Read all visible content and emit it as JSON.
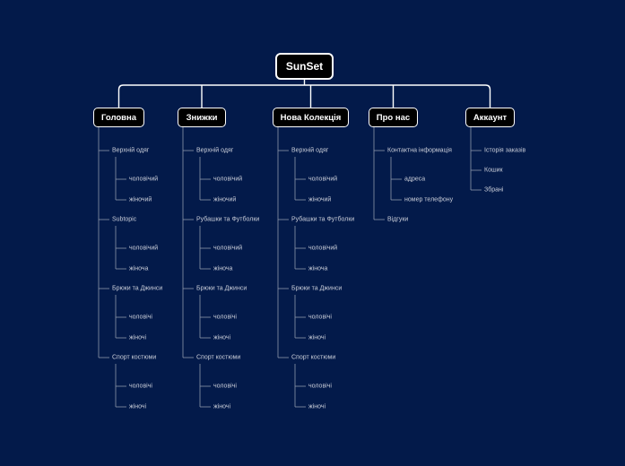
{
  "root": {
    "label": "SunSet"
  },
  "branches": [
    {
      "label": "Головна",
      "groups": [
        {
          "label": "Верхній одяг",
          "items": [
            "чоловічий",
            "жіночий"
          ]
        },
        {
          "label": "Subtopic",
          "items": [
            "чоловічий",
            "жіноча"
          ]
        },
        {
          "label": "Брюки та Джинси",
          "items": [
            "чоловічі",
            "жіночі"
          ]
        },
        {
          "label": "Спорт костюми",
          "items": [
            "чоловічі",
            "жіночі"
          ]
        }
      ]
    },
    {
      "label": "Знижки",
      "groups": [
        {
          "label": "Верхній одяг",
          "items": [
            "чоловічий",
            "жіночий"
          ]
        },
        {
          "label": "Рубашки та Футболки",
          "items": [
            "чоловічий",
            "жіноча"
          ]
        },
        {
          "label": "Брюки та Джинси",
          "items": [
            "чоловічі",
            "жіночі"
          ]
        },
        {
          "label": "Спорт костюми",
          "items": [
            "чоловічі",
            "жіночі"
          ]
        }
      ]
    },
    {
      "label": "Нова Колекція",
      "groups": [
        {
          "label": "Верхній одяг",
          "items": [
            "чоловічий",
            "жіночий"
          ]
        },
        {
          "label": "Рубашки та Футболки",
          "items": [
            "чоловічий",
            "жіноча"
          ]
        },
        {
          "label": "Брюки та Джинси",
          "items": [
            "чоловічі",
            "жіночі"
          ]
        },
        {
          "label": "Спорт костюми",
          "items": [
            "чоловічі",
            "жіночі"
          ]
        }
      ]
    },
    {
      "label": "Про нас",
      "groups": [
        {
          "label": "Контактна інформація",
          "items": [
            "адреса",
            "номер телефону"
          ]
        },
        {
          "label": "Відгуки",
          "items": []
        }
      ]
    },
    {
      "label": "Аккаунт",
      "groups": [
        {
          "label": "Історія заказів",
          "items": []
        },
        {
          "label": "Кошик",
          "items": []
        },
        {
          "label": "Збрані",
          "items": []
        }
      ]
    }
  ],
  "colors": {
    "background": "#031a4a",
    "node_fill": "#000000",
    "node_border": "#ffffff",
    "connector": "#ffffff",
    "leaf_connector": "#8f97ab",
    "leaf_text": "#c9cdd8"
  }
}
